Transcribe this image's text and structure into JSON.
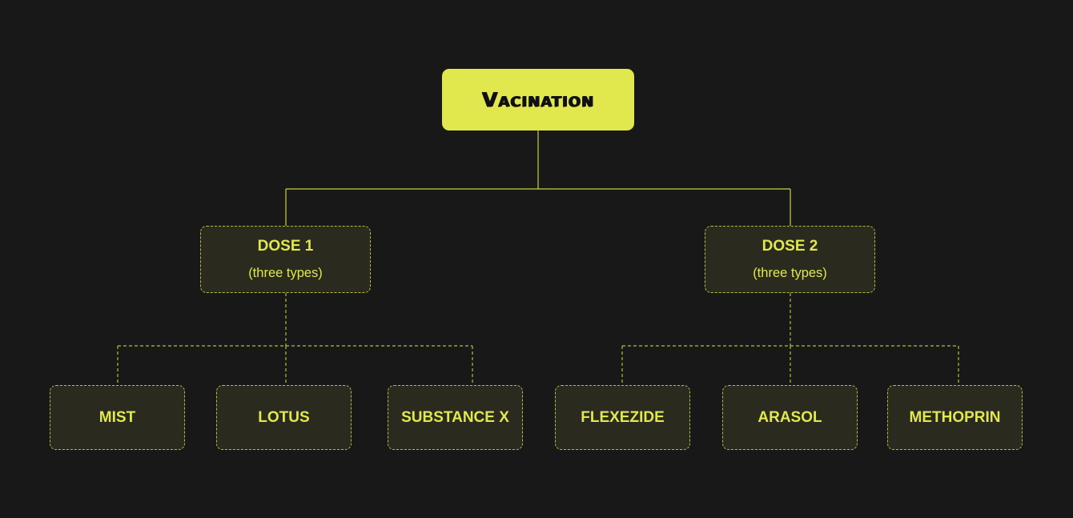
{
  "root": {
    "title": "Vacination"
  },
  "doses": [
    {
      "title": "DOSE 1",
      "subtitle": "(three types)",
      "types": [
        "MIST",
        "LOTUS",
        "SUBSTANCE X"
      ]
    },
    {
      "title": "DOSE 2",
      "subtitle": "(three types)",
      "types": [
        "FLEXEZIDE",
        "ARASOL",
        "METHOPRIN"
      ]
    }
  ],
  "colors": {
    "background": "#181818",
    "accent": "#e0e84e",
    "node_fill": "#2a2a1e",
    "connector": "#b5bc3e"
  }
}
